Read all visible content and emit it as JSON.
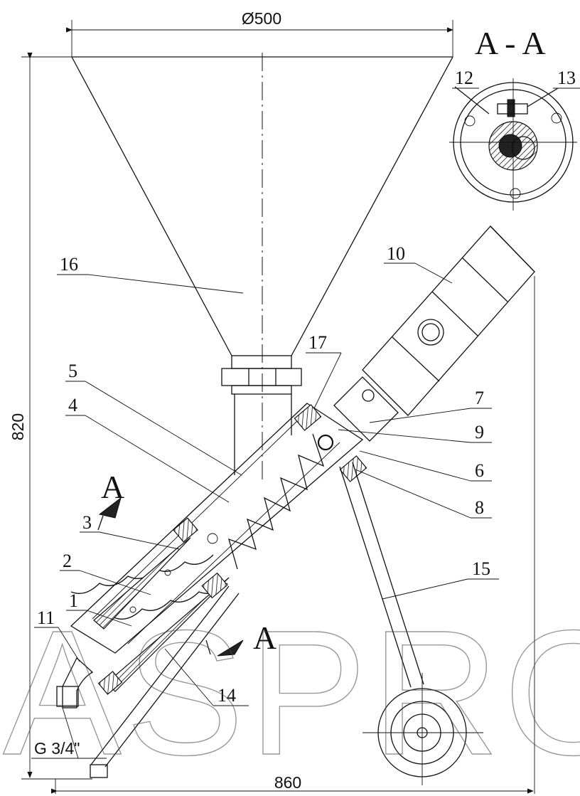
{
  "dimensions": {
    "top_diameter": "Ø500",
    "height": "820",
    "width": "860",
    "thread": "G 3/4\""
  },
  "section": {
    "title": "A - A",
    "marker_top": "A",
    "marker_bottom": "A"
  },
  "part_labels": [
    "1",
    "2",
    "3",
    "4",
    "5",
    "6",
    "7",
    "8",
    "9",
    "10",
    "11",
    "12",
    "13",
    "14",
    "15",
    "16",
    "17"
  ],
  "watermark": "ASPRO"
}
